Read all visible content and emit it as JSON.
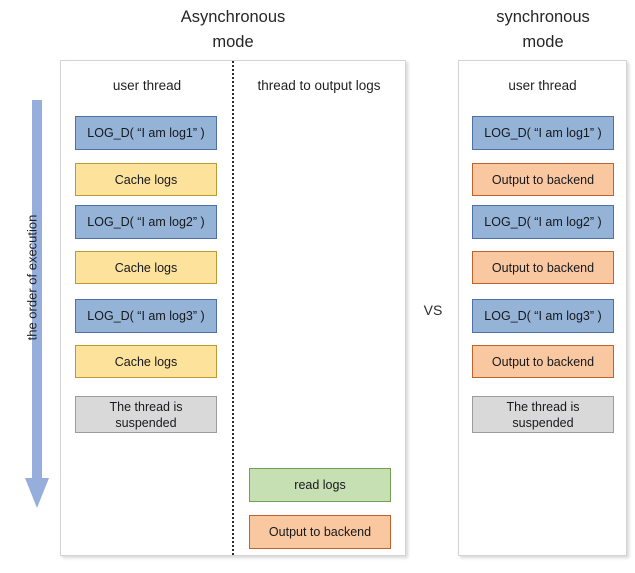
{
  "titles": {
    "async": "Asynchronous\nmode",
    "sync": "synchronous\nmode",
    "vs": "VS"
  },
  "axis": {
    "label": "the order of execution",
    "direction": "down",
    "arrow_color": "#95aedc"
  },
  "colors": {
    "blue_fill": "#95b3d7",
    "blue_border": "#4f6fa8",
    "yellow_fill": "#fce29b",
    "yellow_border": "#bf9a33",
    "orange_fill": "#fac8a0",
    "orange_border": "#c0622a",
    "green_fill": "#c6dfb3",
    "green_border": "#70a050",
    "gray_fill": "#d9d9d9",
    "gray_border": "#9c9c9c",
    "panel_border": "#d4d4d4"
  },
  "async_panel": {
    "columns": [
      {
        "header": "user thread"
      },
      {
        "header": "thread to output logs"
      }
    ],
    "user_thread_steps": [
      {
        "label": "LOG_D( “I am log1” )",
        "kind": "blue"
      },
      {
        "label": "Cache logs",
        "kind": "yellow"
      },
      {
        "label": "LOG_D( “I am log2” )",
        "kind": "blue"
      },
      {
        "label": "Cache logs",
        "kind": "yellow"
      },
      {
        "label": "LOG_D( “I am log3” )",
        "kind": "blue"
      },
      {
        "label": "Cache logs",
        "kind": "yellow"
      },
      {
        "label": "The thread is\nsuspended",
        "kind": "gray"
      }
    ],
    "output_thread_steps": [
      {
        "label": "read logs",
        "kind": "green"
      },
      {
        "label": "Output to backend",
        "kind": "orange"
      }
    ]
  },
  "sync_panel": {
    "columns": [
      {
        "header": "user thread"
      }
    ],
    "user_thread_steps": [
      {
        "label": "LOG_D( “I am log1” )",
        "kind": "blue"
      },
      {
        "label": "Output to backend",
        "kind": "orange"
      },
      {
        "label": "LOG_D( “I am log2” )",
        "kind": "blue"
      },
      {
        "label": "Output to backend",
        "kind": "orange"
      },
      {
        "label": "LOG_D( “I am log3” )",
        "kind": "blue"
      },
      {
        "label": "Output to backend",
        "kind": "orange"
      },
      {
        "label": "The thread is\nsuspended",
        "kind": "gray"
      }
    ]
  }
}
